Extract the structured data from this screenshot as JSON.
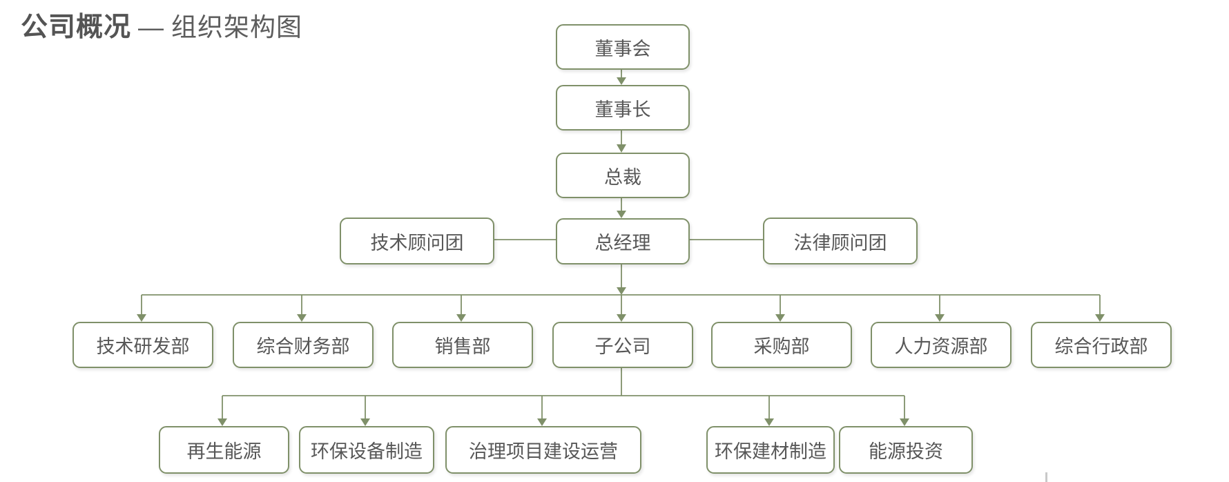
{
  "title": {
    "primary": "公司概况",
    "separator": "—",
    "secondary": "组织架构图"
  },
  "colors": {
    "box_border": "#7f9069",
    "connector": "#7f9069",
    "label_text": "#575757",
    "title_text": "#545454",
    "background": "#ffffff"
  },
  "nodes": {
    "board": "董事会",
    "chairman": "董事长",
    "president": "总裁",
    "general_manager": "总经理",
    "tech_advisory": "技术顾问团",
    "legal_advisory": "法律顾问团",
    "departments": [
      "技术研发部",
      "综合财务部",
      "销售部",
      "子公司",
      "采购部",
      "人力资源部",
      "综合行政部"
    ],
    "subsidiaries": [
      "再生能源",
      "环保设备制造",
      "治理项目建设运营",
      "环保建材制造",
      "能源投资"
    ]
  },
  "hierarchy": {
    "chain_top_to_bottom": [
      "董事会",
      "董事长",
      "总裁",
      "总经理"
    ],
    "advisors_of_general_manager": [
      "技术顾问团",
      "法律顾问团"
    ],
    "under_general_manager": [
      "技术研发部",
      "综合财务部",
      "销售部",
      "子公司",
      "采购部",
      "人力资源部",
      "综合行政部"
    ],
    "under_subsidiaries": [
      "再生能源",
      "环保设备制造",
      "治理项目建设运营",
      "环保建材制造",
      "能源投资"
    ]
  }
}
